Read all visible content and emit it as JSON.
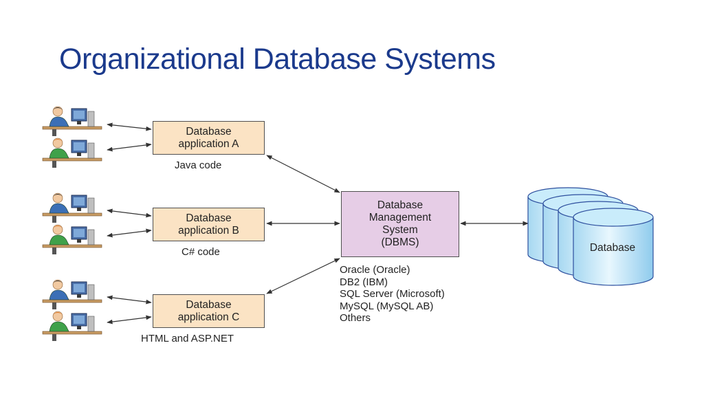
{
  "title": "Organizational Database Systems",
  "applications": [
    {
      "label_line1": "Database",
      "label_line2": "application A",
      "caption": "Java code"
    },
    {
      "label_line1": "Database",
      "label_line2": "application B",
      "caption": "C# code"
    },
    {
      "label_line1": "Database",
      "label_line2": "application C",
      "caption": "HTML and ASP.NET"
    }
  ],
  "dbms": {
    "line1": "Database",
    "line2": "Management",
    "line3": "System",
    "line4": "(DBMS)"
  },
  "dbms_examples": [
    "Oracle (Oracle)",
    "DB2 (IBM)",
    "SQL Server (Microsoft)",
    "MySQL (MySQL AB)",
    "Others"
  ],
  "database_label": "Database",
  "colors": {
    "title": "#1b3a8c",
    "app_box": "#fbe3c4",
    "dbms_box": "#e6cde6",
    "database": "#bfe6f8"
  },
  "icons": [
    "user-at-computer-icon",
    "database-cylinder-icon"
  ]
}
